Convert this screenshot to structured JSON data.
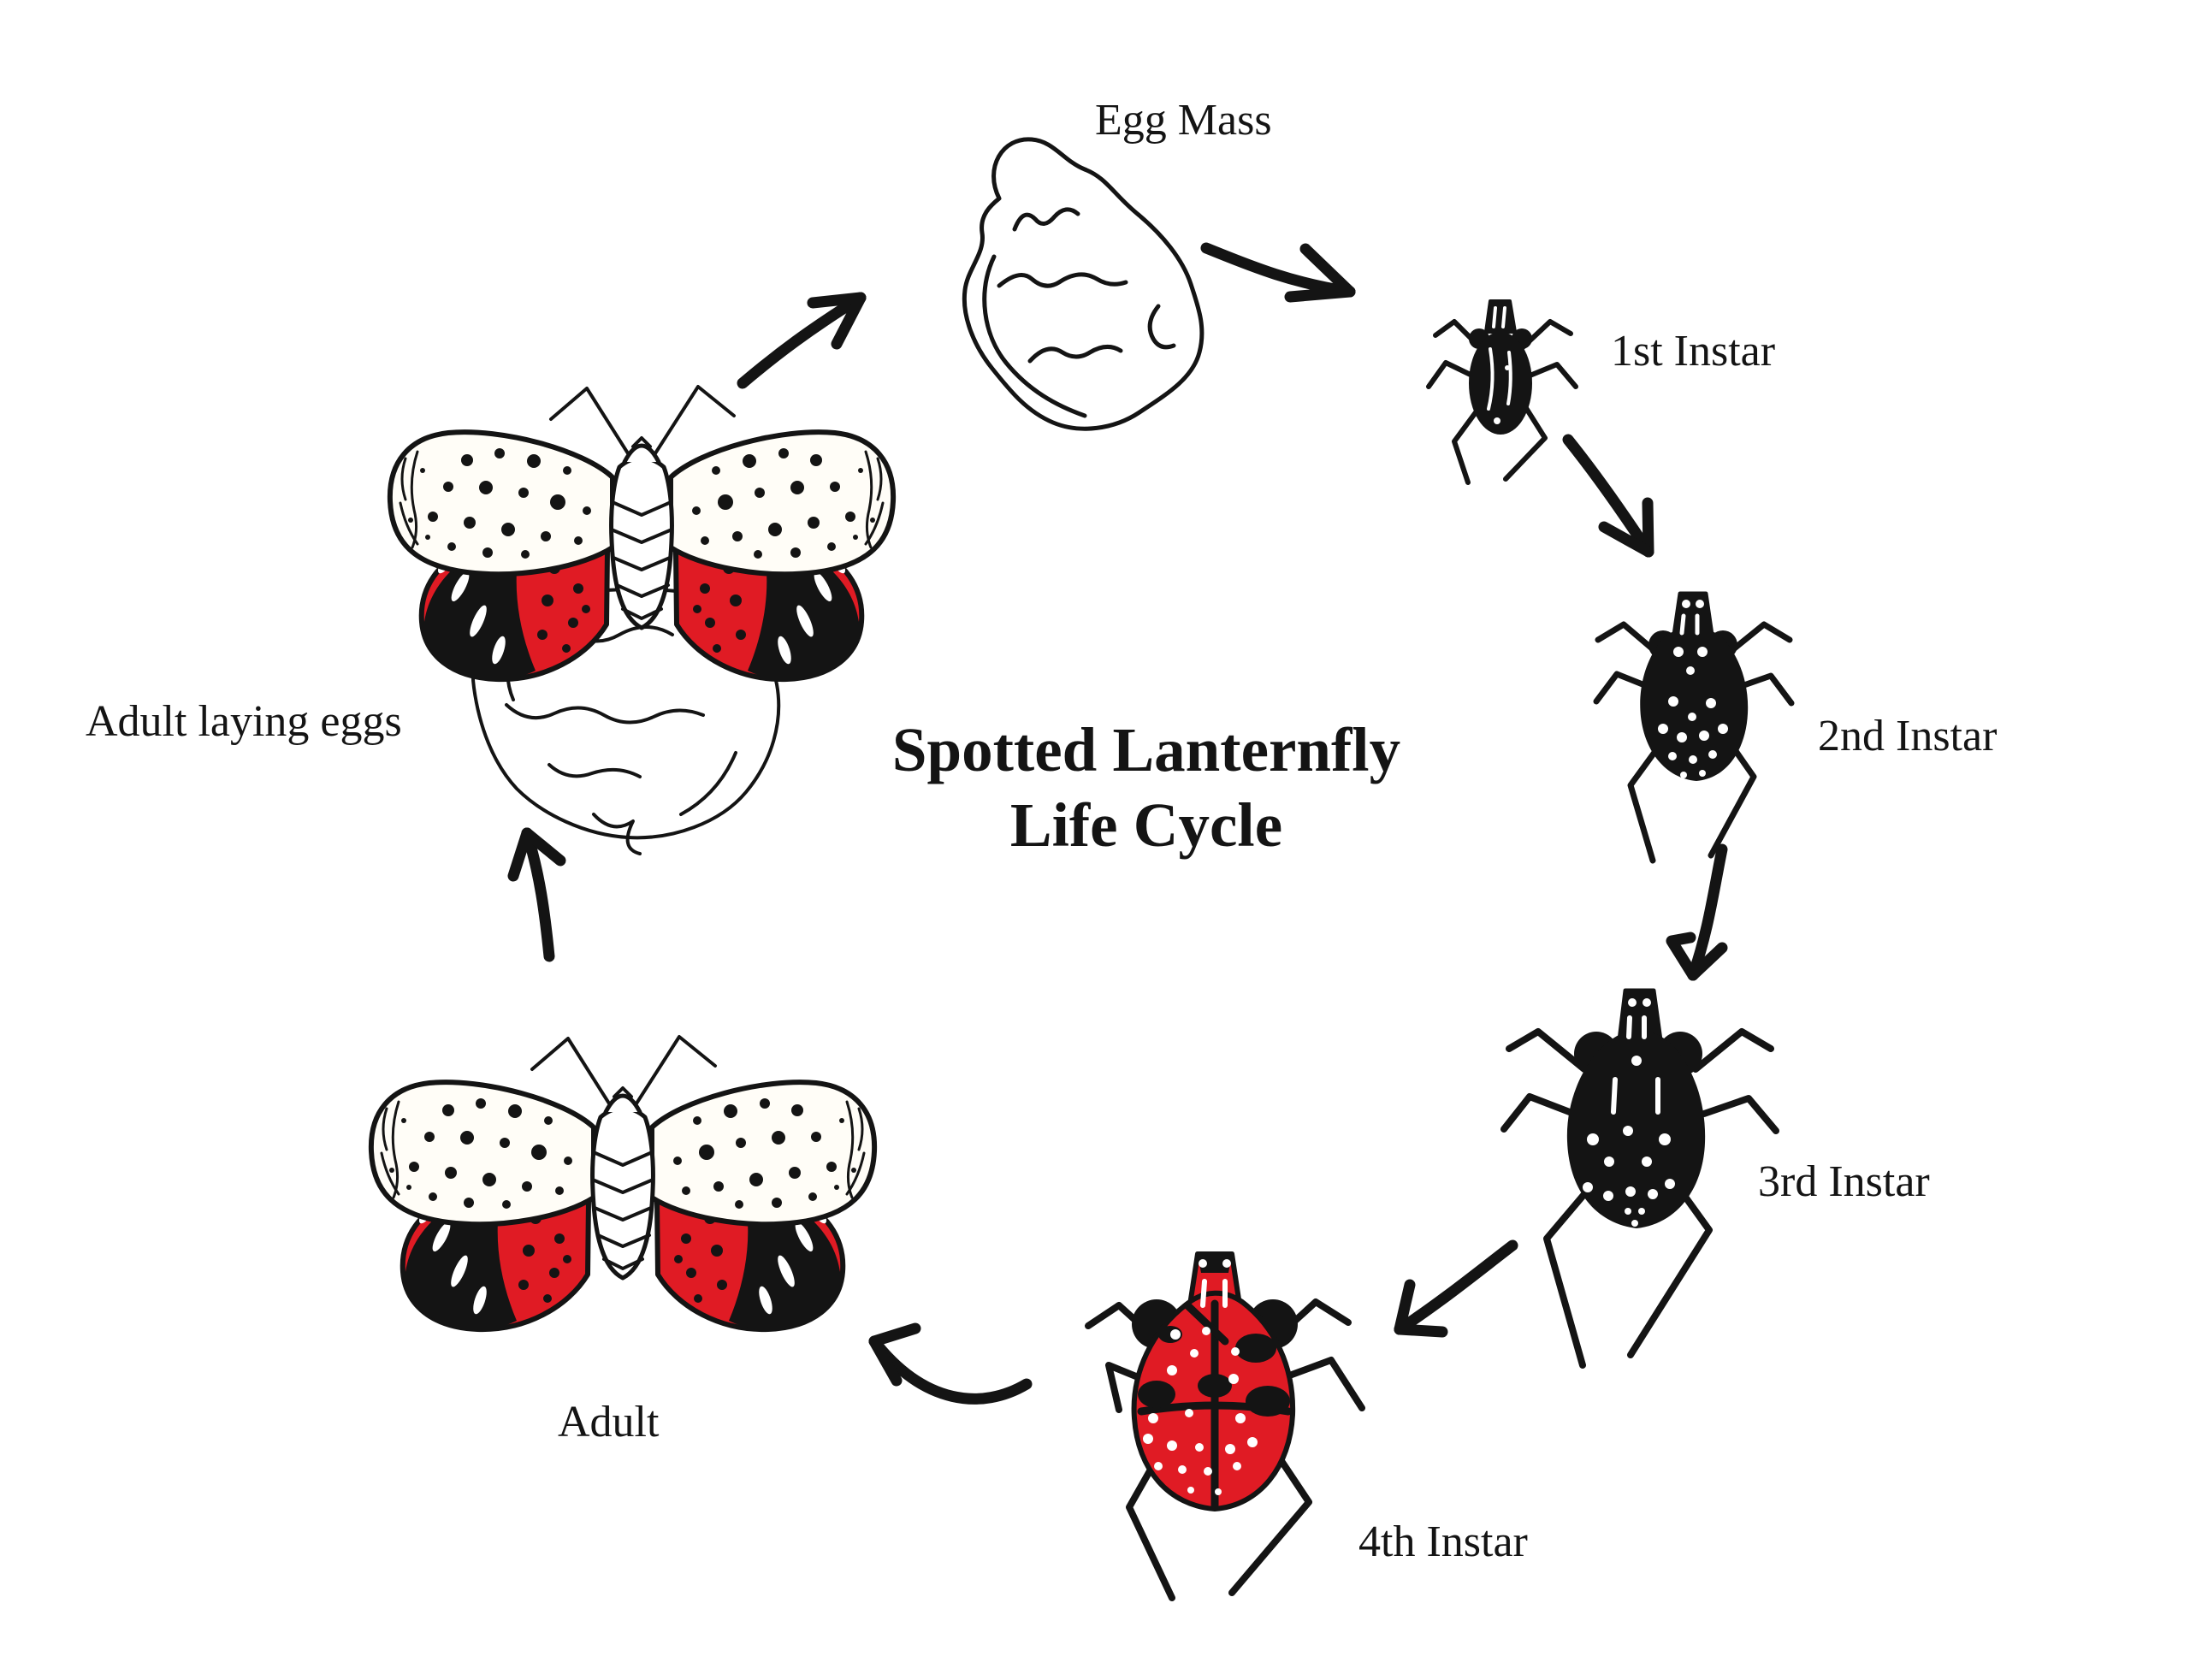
{
  "title": {
    "line1": "Spotted Lanternfly",
    "line2": "Life Cycle"
  },
  "stages": {
    "egg_mass": {
      "label": "Egg Mass"
    },
    "instar1": {
      "label": "1st Instar"
    },
    "instar2": {
      "label": "2nd Instar"
    },
    "instar3": {
      "label": "3rd Instar"
    },
    "instar4": {
      "label": "4th Instar"
    },
    "adult": {
      "label": "Adult"
    },
    "adult_laying": {
      "label": "Adult laying eggs"
    }
  },
  "colors": {
    "ink": "#141414",
    "red": "#e01b24",
    "paper": "#ffffff"
  }
}
